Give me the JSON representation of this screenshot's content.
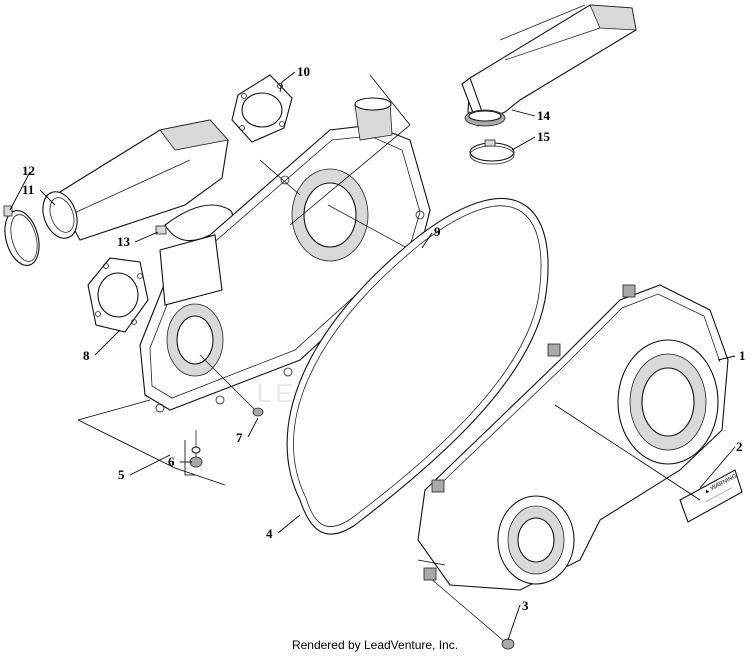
{
  "watermark": "LEADVENTURE",
  "footer": "Rendered by LeadVenture, Inc.",
  "callouts": [
    "1",
    "2",
    "3",
    "4",
    "5",
    "6",
    "7",
    "8",
    "9",
    "10",
    "11",
    "12",
    "13",
    "14",
    "15"
  ],
  "decal_lines": [
    "▲ WARNING",
    "——————"
  ]
}
